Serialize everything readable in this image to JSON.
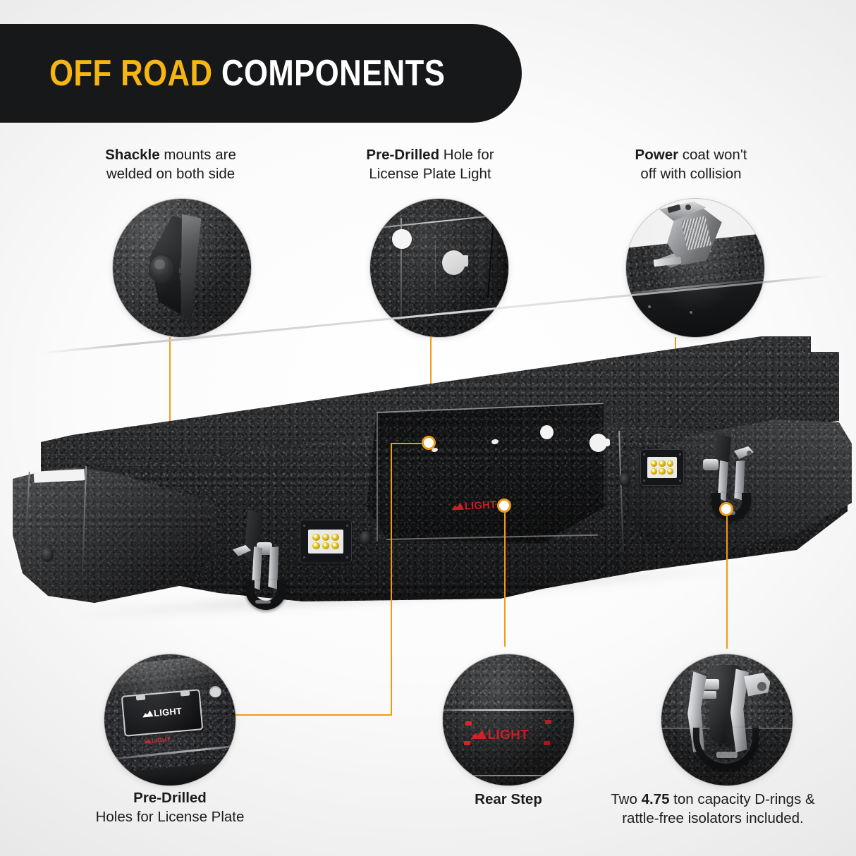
{
  "header": {
    "title_highlight": "OFF ROAD",
    "title_rest": "COMPONENTS",
    "highlight_color": "#F5B512",
    "rest_color": "#FFFFFF",
    "background_color": "#17181A"
  },
  "theme": {
    "connector_color": "#F29A16",
    "dot_fill": "#FFFFFF",
    "text_color": "#1C1C1C",
    "brand_red": "#D81F27",
    "led_yellow": "#F2D329",
    "page_background": "#F2F2F2"
  },
  "callouts": [
    {
      "id": "shackle-mounts",
      "position": "top-left",
      "bold": "Shackle",
      "rest": " mounts are",
      "line2": "welded on both side",
      "image_alt": "close-up of welded shackle mount with bolt hole"
    },
    {
      "id": "license-plate-light-hole",
      "position": "top-center",
      "bold": "Pre-Drilled",
      "rest": " Hole for",
      "line2": "License Plate Light",
      "image_alt": "textured panel with pre-drilled license plate light holes"
    },
    {
      "id": "power-coat",
      "position": "top-right",
      "bold": "Power",
      "rest": " coat won't",
      "line2": "off with collision",
      "image_alt": "wrench gripping powder coated bumper edge"
    },
    {
      "id": "license-plate-holes",
      "position": "bottom-left",
      "bold": "Pre-Drilled",
      "rest": "",
      "line2": "Holes for License Plate",
      "image_alt": "mounted Nilight license plate on bumper"
    },
    {
      "id": "rear-step",
      "position": "bottom-center",
      "bold": "Rear Step",
      "rest": "",
      "line2": "",
      "image_alt": "textured rear step surface with red Nilight logo"
    },
    {
      "id": "d-rings",
      "position": "bottom-right",
      "bold_inline_prefix": "Two  ",
      "bold": "4.75",
      "rest": " ton capacity D-rings &",
      "line2": "rattle-free isolators included.",
      "image_alt": "chrome D-ring shackle with black rattle-free isolators"
    }
  ],
  "product": {
    "name": "Rear Bumper",
    "brand": "Nilight",
    "brand_plate_text": "LIGHT",
    "finish": "textured black powder coat",
    "features": [
      "shackle mounts welded both sides",
      "pre-drilled license plate light hole",
      "pre-drilled license plate holes",
      "rear step",
      "two LED light pods",
      "two D-ring shackles"
    ]
  }
}
